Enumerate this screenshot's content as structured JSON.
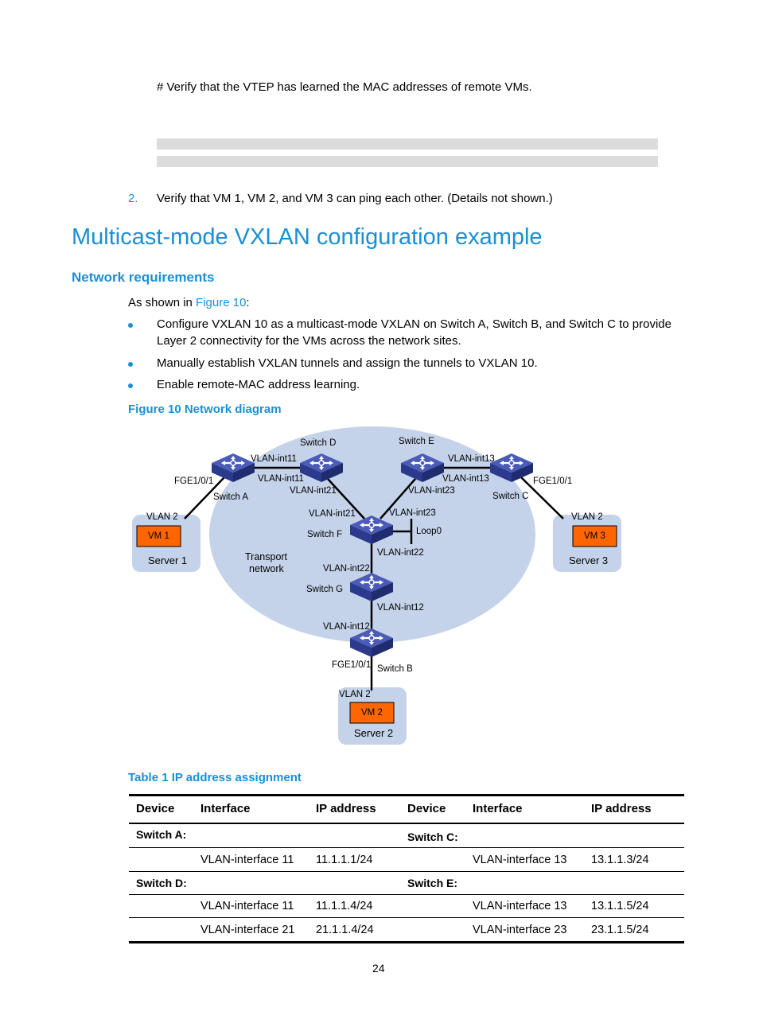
{
  "intro_line": "# Verify that the VTEP has learned the MAC addresses of remote VMs.",
  "step2": {
    "number": "2.",
    "text": "Verify that VM 1, VM 2, and VM 3 can ping each other. (Details not shown.)"
  },
  "section_title": "Multicast-mode VXLAN configuration example",
  "subsection_title": "Network requirements",
  "as_shown": {
    "prefix": "As shown in ",
    "link": "Figure 10",
    "suffix": ":"
  },
  "bullets": [
    {
      "line1": "Configure VXLAN 10 as a multicast-mode VXLAN on Switch A, Switch B, and Switch C to provide",
      "line2": "Layer 2 connectivity for the VMs across the network sites."
    },
    {
      "line1": "Manually establish VXLAN tunnels and assign the tunnels to VXLAN 10."
    },
    {
      "line1": "Enable remote-MAC address learning."
    }
  ],
  "figure_caption": "Figure 10 Network diagram",
  "diagram": {
    "colors": {
      "transport": "#c5d3ea",
      "server_box": "#c5d3ea",
      "vm": "#ff6600",
      "switch": "#3f51a8"
    },
    "transport_label": [
      "Transport",
      "network"
    ],
    "switches": {
      "a": "Switch A",
      "b": "Switch B",
      "c": "Switch C",
      "d": "Switch D",
      "e": "Switch E",
      "f": "Switch F",
      "g": "Switch G"
    },
    "servers": {
      "s1": "Server 1",
      "s2": "Server 2",
      "s3": "Server 3"
    },
    "vms": {
      "vm1": "VM 1",
      "vm2": "VM 2",
      "vm3": "VM 3"
    },
    "vlan2": "VLAN 2",
    "fge": "FGE1/0/1",
    "loop0": "Loop0",
    "int11": "VLAN-int11",
    "int12": "VLAN-int12",
    "int13": "VLAN-int13",
    "int21": "VLAN-int21",
    "int22": "VLAN-int22",
    "int23": "VLAN-int23"
  },
  "table_caption": "Table 1 IP address assignment",
  "table": {
    "headers": [
      "Device",
      "Interface",
      "IP address",
      "Device",
      "Interface",
      "IP address"
    ],
    "rows": [
      [
        "Switch A:",
        "",
        "",
        "Switch C:",
        "",
        ""
      ],
      [
        "",
        "VLAN-interface 11",
        "11.1.1.1/24",
        "",
        "VLAN-interface 13",
        "13.1.1.3/24"
      ],
      [
        "Switch D:",
        "",
        "",
        "Switch E:",
        "",
        ""
      ],
      [
        "",
        "VLAN-interface 11",
        "11.1.1.4/24",
        "",
        "VLAN-interface 13",
        "13.1.1.5/24"
      ],
      [
        "",
        "VLAN-interface 21",
        "21.1.1.4/24",
        "",
        "VLAN-interface 23",
        "23.1.1.5/24"
      ]
    ]
  },
  "page_number": "24"
}
